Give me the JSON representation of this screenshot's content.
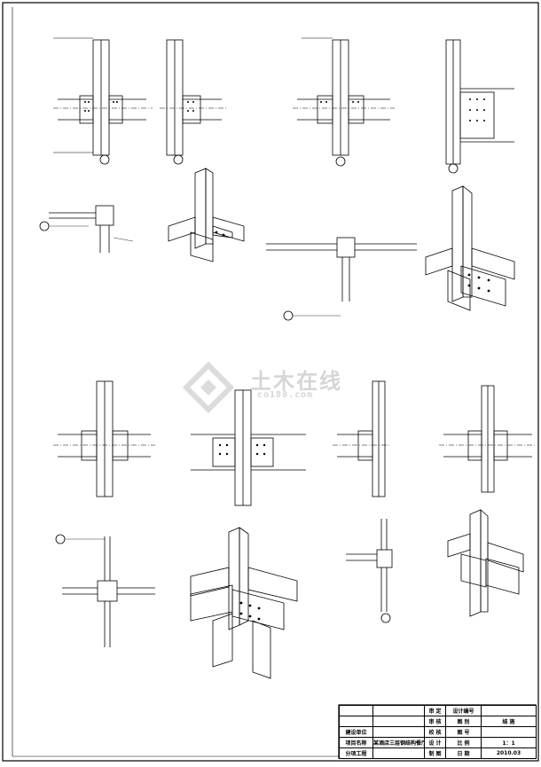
{
  "watermark": {
    "title": "土木在线",
    "url": "co188.com"
  },
  "title_block": {
    "row1": {
      "c1": "审 定",
      "c2": "设计编号"
    },
    "row2": {
      "c1": "审 核",
      "c2": "图 别",
      "c3": "结 施"
    },
    "row3": {
      "left": "建设单位",
      "c1": "校 核",
      "c2": "图 号"
    },
    "row4": {
      "left": "项目名称",
      "project": "某酒店三层钢结构餐厅",
      "c1": "设 计",
      "c2": "比 例",
      "c3": "1：1"
    },
    "row5": {
      "left": "分项工程",
      "c1": "制 图",
      "c2": "日 期",
      "c3": "2010.03"
    }
  }
}
